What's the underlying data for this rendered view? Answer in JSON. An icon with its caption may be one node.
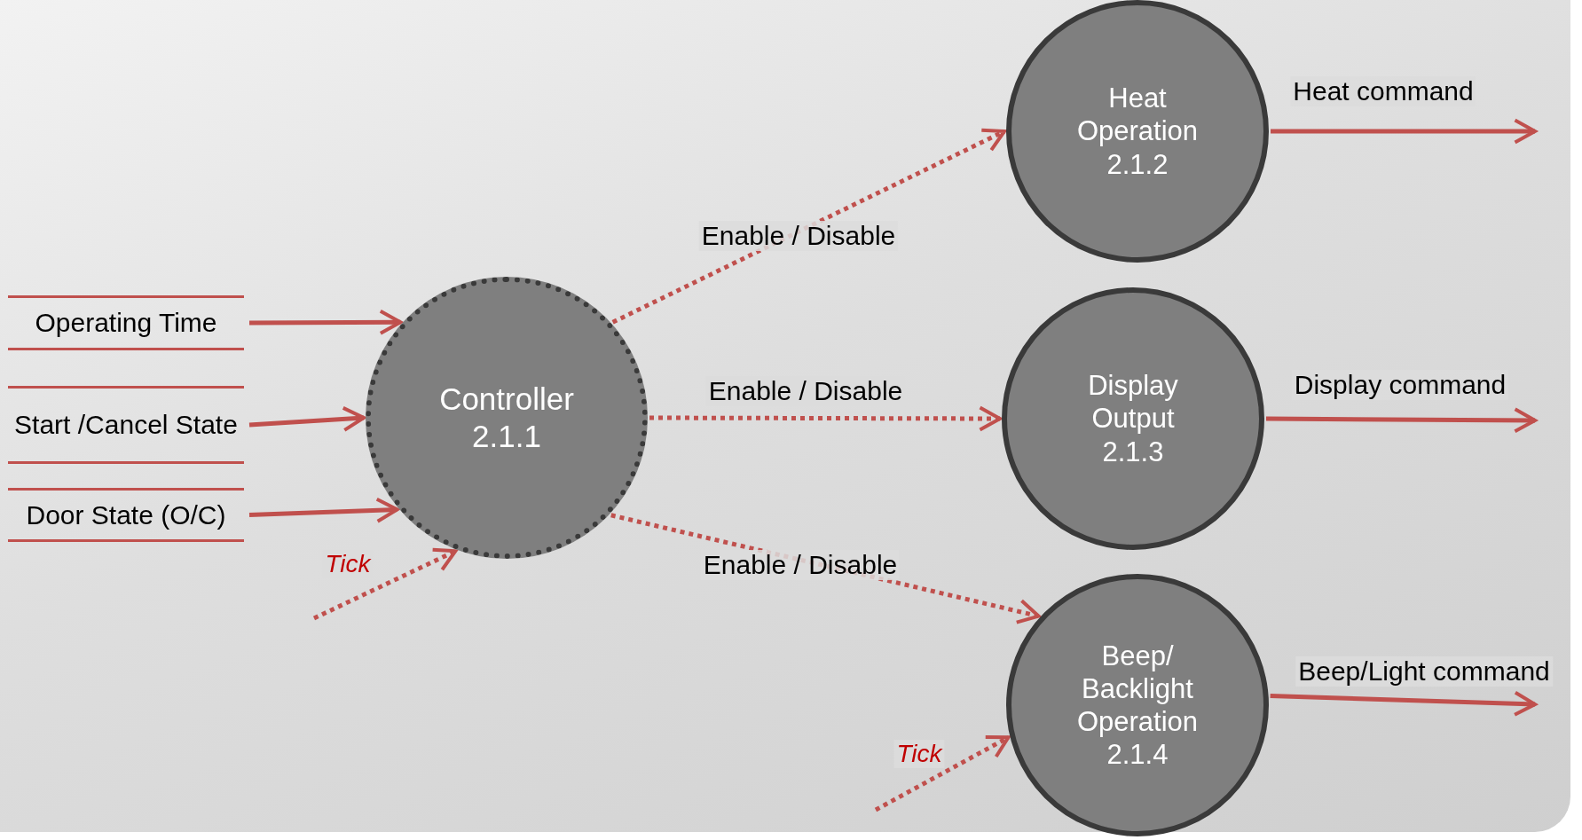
{
  "diagram": {
    "nodes": [
      {
        "text": [
          "Operating Time"
        ]
      },
      {
        "text": [
          "Start /Cancel State"
        ]
      },
      {
        "text": [
          "Door State (O/C)"
        ]
      },
      {
        "text": [
          "Controller",
          "2.1.1"
        ]
      },
      {
        "text": [
          "Heat Operation",
          "2.1.2"
        ]
      },
      {
        "text": [
          "Display Output",
          "2.1.3"
        ]
      },
      {
        "text": [
          "Beep/ Backlight Operation",
          "2.1.4"
        ]
      }
    ],
    "edges": [
      {
        "from": 0,
        "to": 3,
        "arrow": "to"
      },
      {
        "from": 1,
        "to": 3,
        "arrow": "to"
      },
      {
        "from": 2,
        "to": 3,
        "arrow": "to"
      },
      {
        "from": null,
        "to": 3,
        "arrow": "to",
        "label": "Tick",
        "style": "dashed"
      },
      {
        "from": 3,
        "to": 4,
        "arrow": "to",
        "label": "Enable / Disable",
        "style": "dashed"
      },
      {
        "from": 3,
        "to": 5,
        "arrow": "to",
        "label": "Enable / Disable",
        "style": "dashed"
      },
      {
        "from": 3,
        "to": 6,
        "arrow": "to",
        "label": "Enable / Disable",
        "style": "dashed"
      },
      {
        "from": 4,
        "to": null,
        "arrow": "to",
        "label": "Heat command"
      },
      {
        "from": 5,
        "to": null,
        "arrow": "to",
        "label": "Display command"
      },
      {
        "from": 6,
        "to": null,
        "arrow": "to",
        "label": "Beep/Light command"
      },
      {
        "from": null,
        "to": 6,
        "arrow": "to",
        "label": "Tick",
        "style": "dashed"
      }
    ]
  }
}
